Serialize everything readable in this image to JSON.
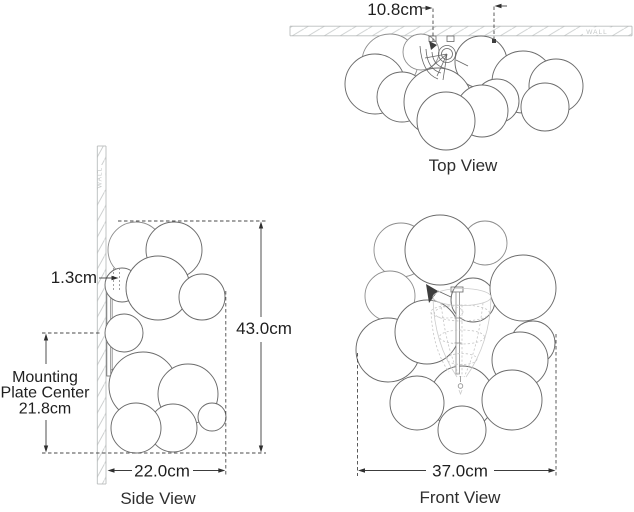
{
  "page": {
    "background": "#ffffff"
  },
  "colors": {
    "sphere_outline": "#6b6b6b",
    "sphere_outline_back": "#8d8d8d",
    "wall": "#c6c9c9",
    "dimension_line": "#3c3c3c",
    "dimension_text": "#1f1f1f",
    "cage": "#c6c6c6"
  },
  "top_view": {
    "title": "Top View",
    "wall_label": "WALL",
    "dim_offset": "10.8cm"
  },
  "side_view": {
    "title": "Side View",
    "wall_label": "WALL",
    "dim_wall_gap": "1.3cm",
    "dim_height": "43.0cm",
    "dim_depth": "22.0cm",
    "mounting_label_line1": "Mounting",
    "mounting_label_line2": "Plate Center",
    "mounting_label_line3": "21.8cm"
  },
  "front_view": {
    "title": "Front View",
    "dim_width": "37.0cm"
  }
}
